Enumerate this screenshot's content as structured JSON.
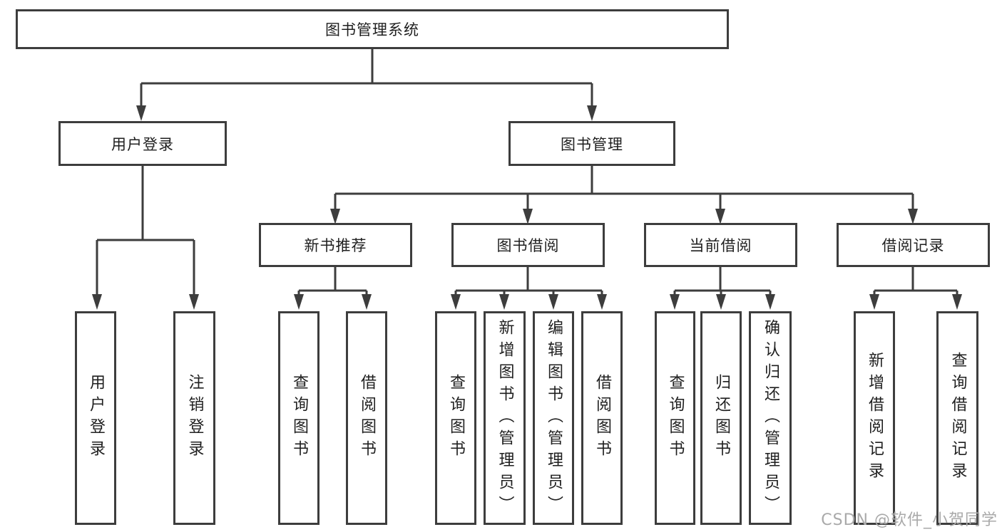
{
  "nodes": {
    "root": "图书管理系统",
    "user_login": "用户登录",
    "book_management": "图书管理",
    "new_book_recommend": "新书推荐",
    "book_borrowing": "图书借阅",
    "current_borrowing": "当前借阅",
    "borrowing_records": "借阅记录",
    "user_login_leaf": "用户登录",
    "logout_leaf": "注销登录",
    "recommend_query_books": "查询图书",
    "recommend_borrow_books": "借阅图书",
    "borrow_query_books": "查询图书",
    "borrow_add_books_admin": "新增图书（管理员）",
    "borrow_edit_books_admin": "编辑图书（管理员）",
    "borrow_borrow_books": "借阅图书",
    "current_query_books": "查询图书",
    "current_return_books": "归还图书",
    "current_confirm_return_admin": "确认归还（管理员）",
    "records_add_record": "新增借阅记录",
    "records_query_record": "查询借阅记录"
  },
  "watermark": "CSDN @软件_小贺同学",
  "colors": {
    "line": "#3d3d3d",
    "text": "#1f1f1f",
    "watermark": "#a9a9a9",
    "background": "#ffffff"
  }
}
